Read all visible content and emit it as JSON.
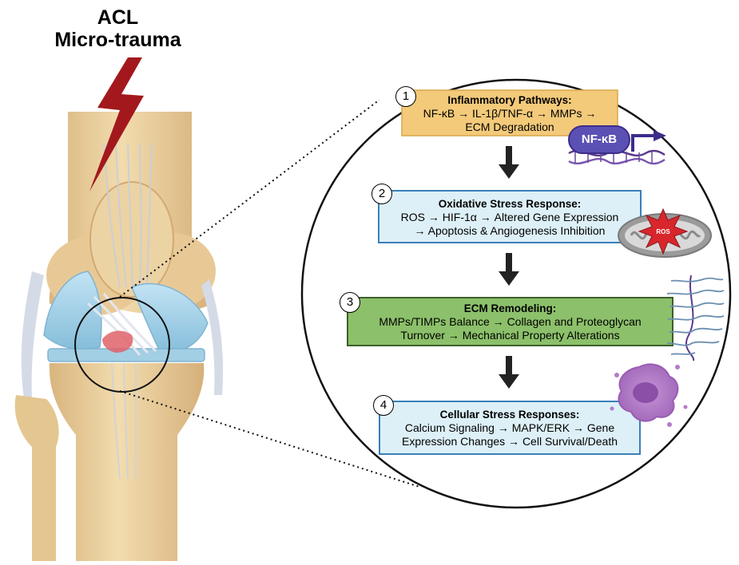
{
  "title": {
    "line1": "ACL",
    "line2": "Micro-trauma"
  },
  "steps": [
    {
      "num": "1",
      "heading": "Inflammatory Pathways:",
      "line1": "NF-κB → IL-1β/TNF-α → MMPs →",
      "line2": "ECM Degradation",
      "fill": "#f3ca7a",
      "stroke": "#d9a64a"
    },
    {
      "num": "2",
      "heading": "Oxidative Stress Response:",
      "line1": "ROS → HIF-1α → Altered Gene Expression",
      "line2": "→ Apoptosis & Angiogenesis Inhibition",
      "fill": "#ddf0f7",
      "stroke": "#3a7fb8"
    },
    {
      "num": "3",
      "heading": "ECM Remodeling:",
      "line1": "MMPs/TIMPs Balance → Collagen and Proteoglycan",
      "line2": "Turnover → Mechanical Property Alterations",
      "fill": "#8cc06a",
      "stroke": "#3e5f2c"
    },
    {
      "num": "4",
      "heading": "Cellular Stress Responses:",
      "line1": "Calcium Signaling → MAPK/ERK → Gene",
      "line2": "Expression Changes → Cell Survival/Death",
      "fill": "#ddf0f7",
      "stroke": "#3a7fb8"
    }
  ],
  "icons": {
    "nfkb_label": "NF-κB",
    "ros_label": "ROS"
  },
  "colors": {
    "bolt": "#a3181c",
    "arrow": "#222222",
    "bone": "#e9cf9e",
    "meniscus": "#a6d3ea",
    "ligament": "#dfe3ea",
    "ros_star": "#d8262d",
    "cell": "#b37ac9",
    "nfkb_pill": "#5b50b4",
    "dna": "#5a3a8c"
  }
}
